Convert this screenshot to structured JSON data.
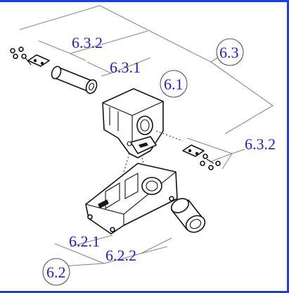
{
  "labels": {
    "l_6_3": "6.3",
    "l_6_3_2_top": "6.3.2",
    "l_6_3_1": "6.3.1",
    "l_6_1": "6.1",
    "l_6_3_2_right": "6.3.2",
    "l_6_2_1": "6.2.1",
    "l_6_2_2": "6.2.2",
    "l_6_2": "6.2"
  },
  "colors": {
    "label_blue": "#1f1fc8",
    "frame_blue": "#1f3fd6",
    "leader_gray": "#8a8a8a"
  }
}
